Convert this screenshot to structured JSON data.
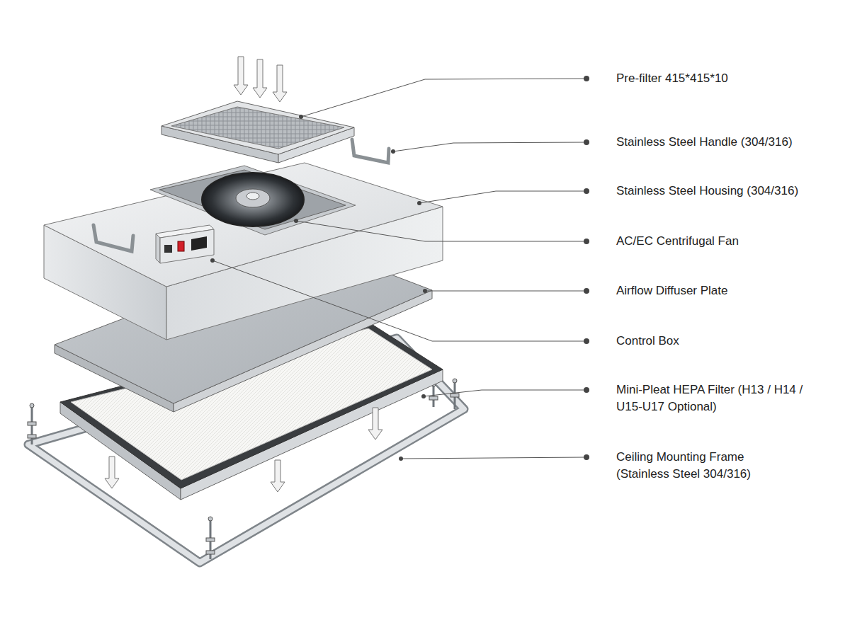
{
  "diagram": {
    "labels": [
      "Pre-filter 415*415*10",
      "Stainless Steel Handle (304/316)",
      "Stainless Steel Housing (304/316)",
      "AC/EC Centrifugal Fan",
      "Airflow Diffuser Plate",
      "Control Box",
      "Mini-Pleat HEPA Filter (H13 / H14 / U15-U17 Optional)",
      "Ceiling Mounting Frame (Stainless Steel 304/316)"
    ]
  }
}
